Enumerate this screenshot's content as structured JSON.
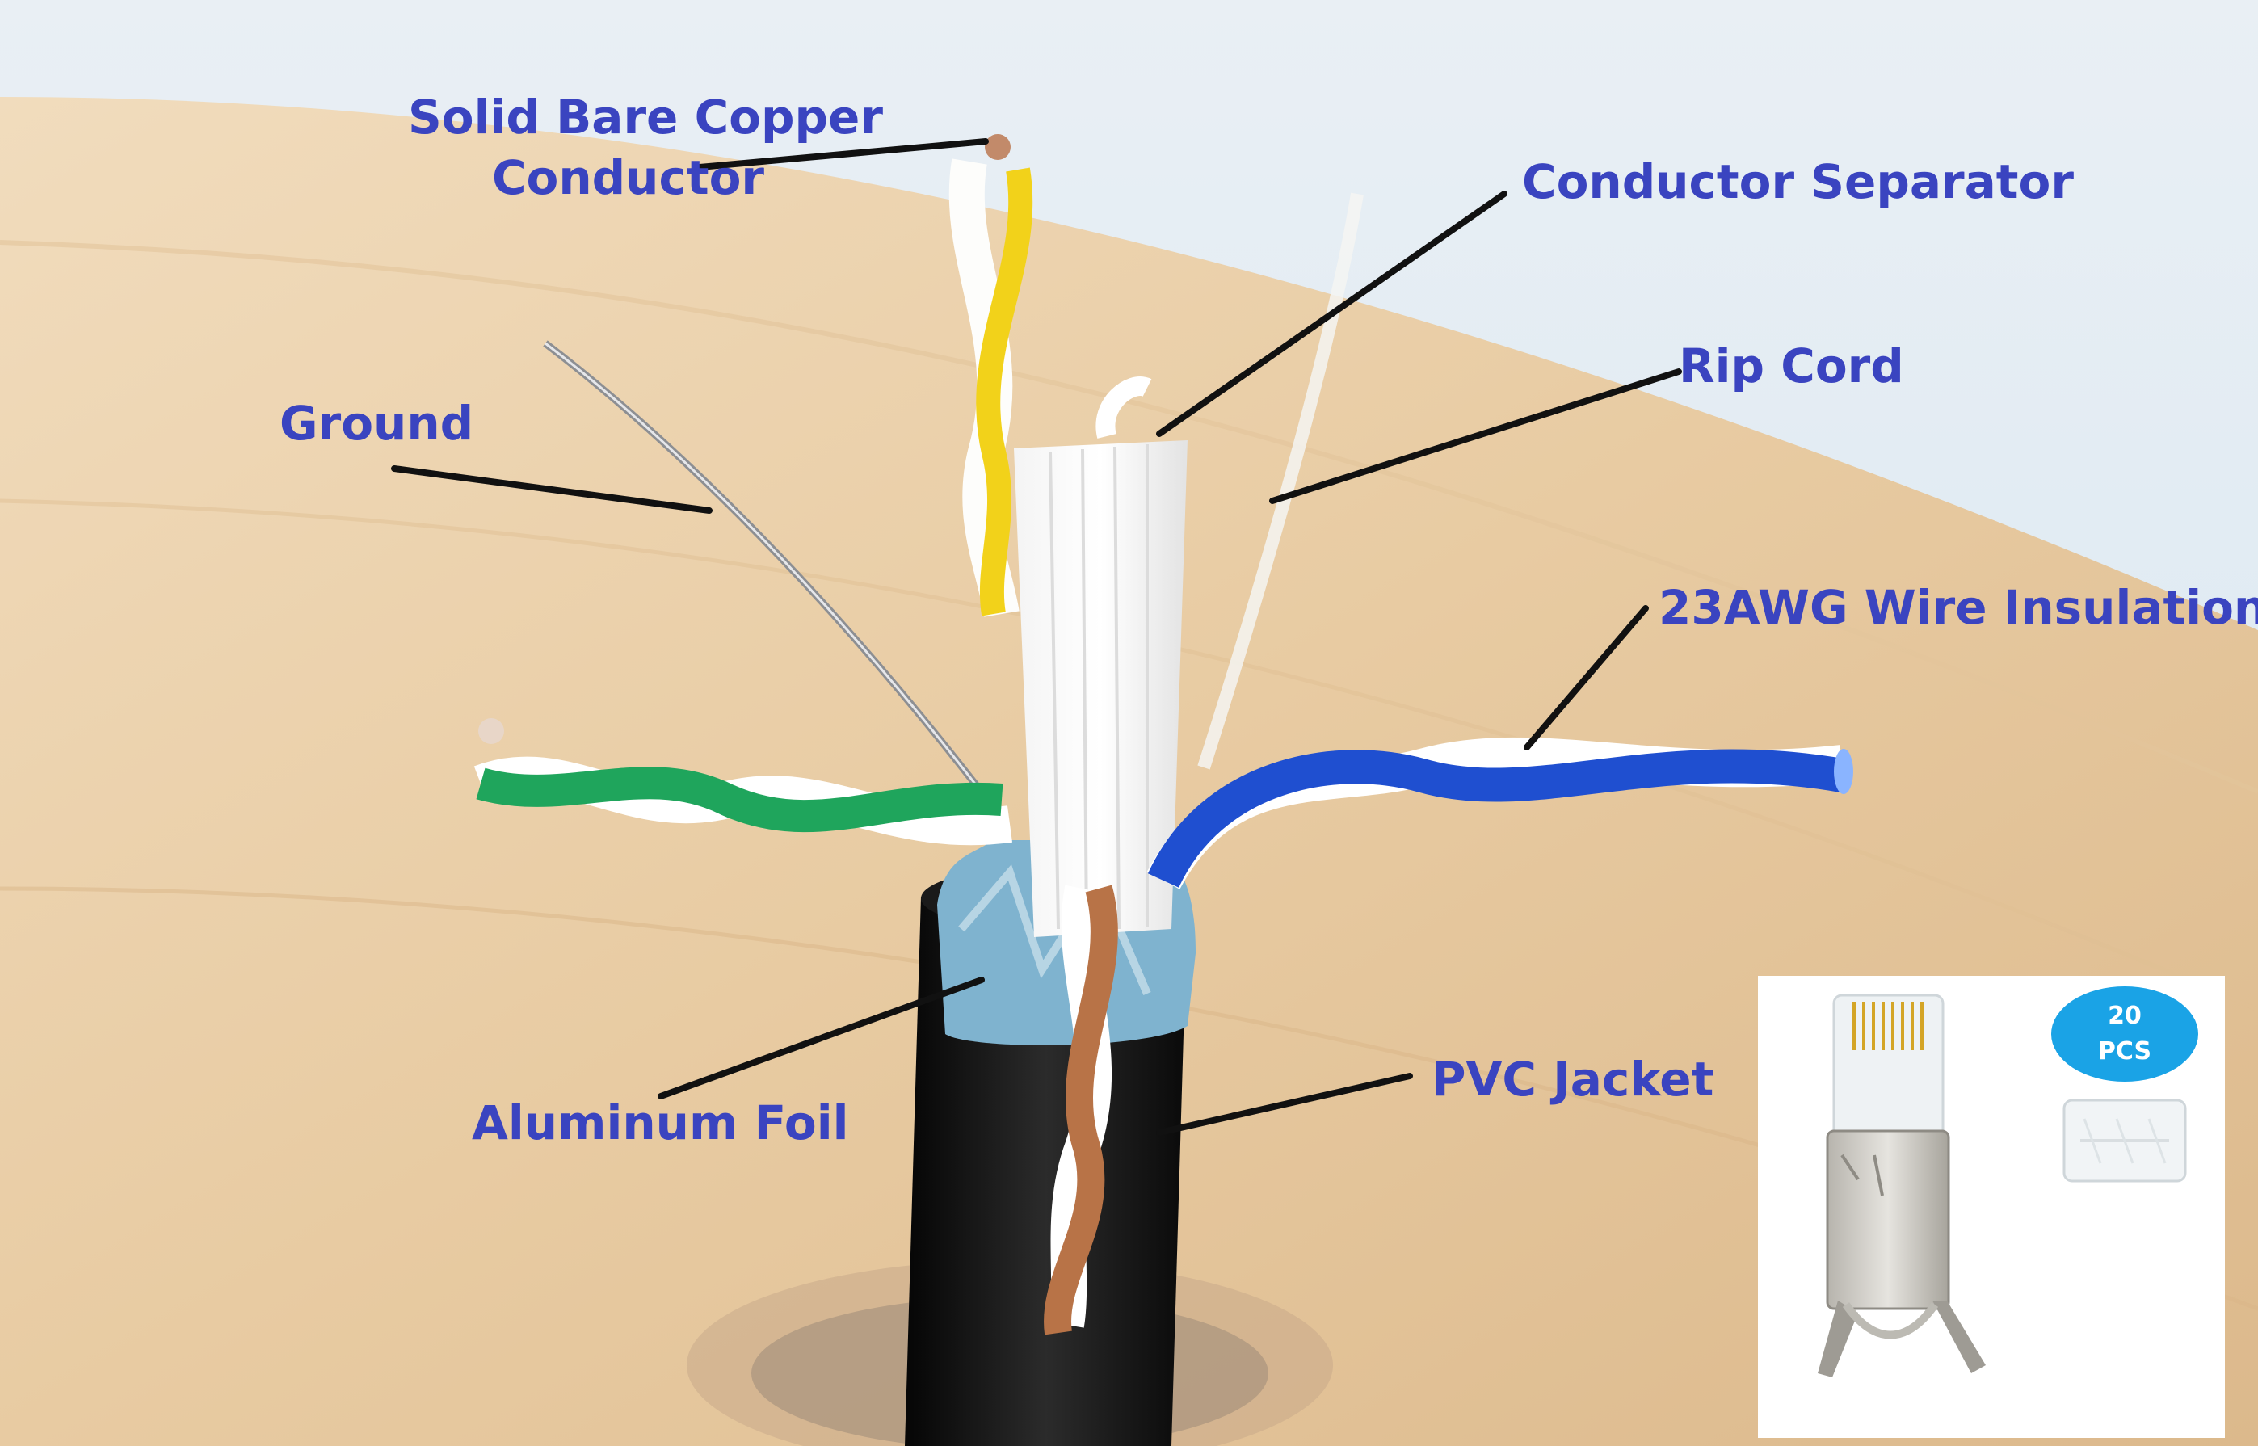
{
  "labels": {
    "solid_bare_copper_line1": "Solid Bare Copper",
    "solid_bare_copper_line2": "Conductor",
    "conductor_separator": "Conductor Separator",
    "rip_cord": "Rip Cord",
    "ground": "Ground",
    "wire_insulation": "23AWG Wire Insulation",
    "aluminum_foil": "Aluminum Foil",
    "pvc_jacket": "PVC Jacket"
  },
  "badge": {
    "count": "20",
    "unit": "PCS"
  },
  "colors": {
    "label_text": "#3a44c0",
    "leader_line": "#111111",
    "badge": "#1aa3e6",
    "table_wood": "#ecd2ae",
    "sky": "#dfeaf3",
    "jacket": "#151515",
    "foil": "#7fb3cf",
    "green_pair": "#1fa55c",
    "blue_pair": "#1f4fd0",
    "brown_pair": "#b87347",
    "yellow_conductor": "#f2d21a"
  }
}
